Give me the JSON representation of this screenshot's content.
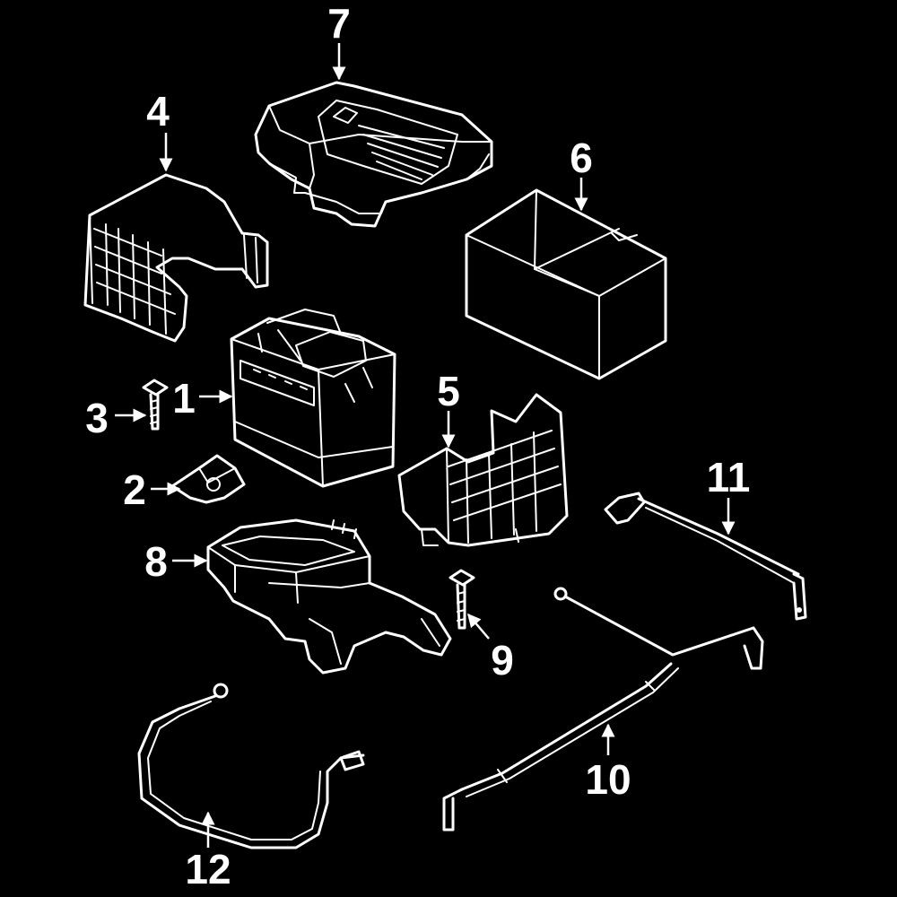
{
  "diagram": {
    "background": "#000000",
    "line_color": "#ffffff",
    "callouts": [
      {
        "id": "1",
        "label": "1",
        "part": "battery"
      },
      {
        "id": "2",
        "label": "2",
        "part": "hold-down-clamp"
      },
      {
        "id": "3",
        "label": "3",
        "part": "clamp-bolt"
      },
      {
        "id": "4",
        "label": "4",
        "part": "side-heat-shield"
      },
      {
        "id": "5",
        "label": "5",
        "part": "front-heat-shield"
      },
      {
        "id": "6",
        "label": "6",
        "part": "battery-box-liner"
      },
      {
        "id": "7",
        "label": "7",
        "part": "battery-cover"
      },
      {
        "id": "8",
        "label": "8",
        "part": "battery-tray"
      },
      {
        "id": "9",
        "label": "9",
        "part": "tray-bolt"
      },
      {
        "id": "10",
        "label": "10",
        "part": "positive-cable"
      },
      {
        "id": "11",
        "label": "11",
        "part": "negative-cable"
      },
      {
        "id": "12",
        "label": "12",
        "part": "ground-cable"
      }
    ]
  }
}
